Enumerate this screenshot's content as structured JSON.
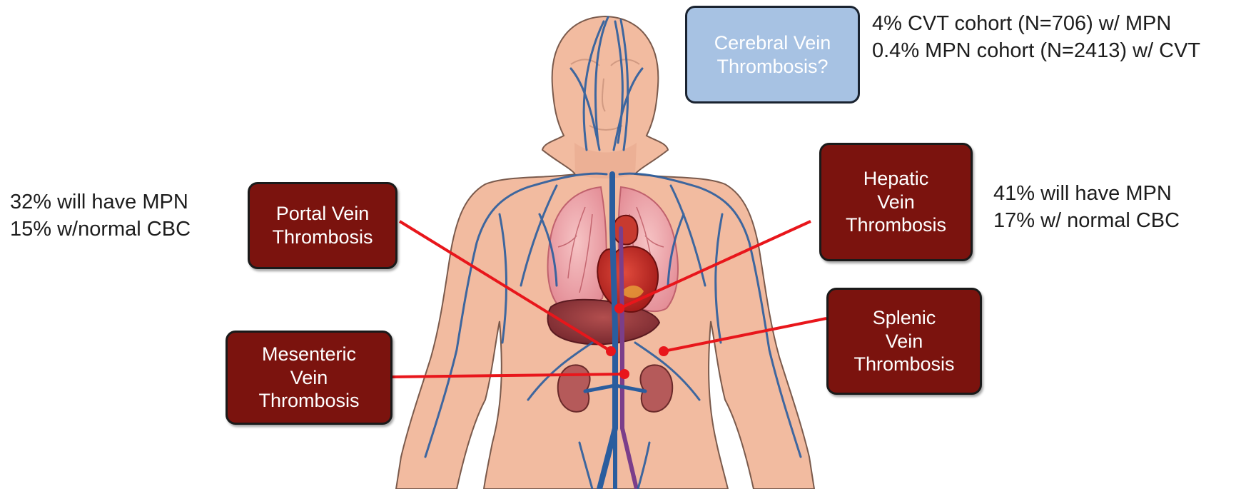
{
  "colors": {
    "thrombosis_box": "#7b130e",
    "cerebral_box": "#a7c2e3",
    "connector": "#e8161b",
    "skin": "#f2bba0",
    "vessel": "#2a5d9e"
  },
  "icons": {
    "body": "human-circulatory-system-illustration"
  },
  "labels": {
    "cerebral": [
      "Cerebral Vein",
      "Thrombosis?"
    ],
    "portal": [
      "Portal Vein",
      "Thrombosis"
    ],
    "hepatic": [
      "Hepatic",
      "Vein",
      "Thrombosis"
    ],
    "mesenteric": [
      "Mesenteric",
      "Vein",
      "Thrombosis"
    ],
    "splenic": [
      "Splenic",
      "Vein",
      "Thrombosis"
    ]
  },
  "stats": {
    "cerebral": [
      "4% CVT cohort (N=706) w/ MPN",
      "0.4% MPN cohort (N=2413) w/ CVT"
    ],
    "portal": [
      "32% will have MPN",
      "15% w/normal CBC"
    ],
    "hepatic": [
      "41% will have MPN",
      "17% w/ normal CBC"
    ]
  }
}
